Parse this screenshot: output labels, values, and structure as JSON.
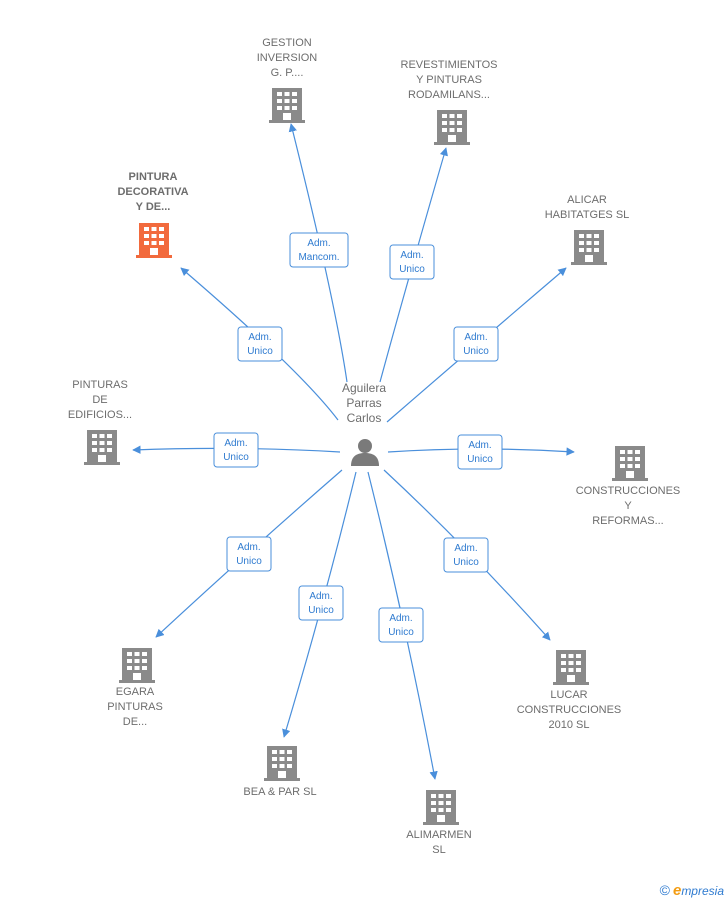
{
  "center": {
    "name_lines": [
      "Aguilera",
      "Parras",
      "Carlos"
    ],
    "icon": "person-icon"
  },
  "nodes": [
    {
      "id": "gestion",
      "label_lines": [
        "GESTION",
        "INVERSION",
        "G. P...."
      ],
      "role_lines": [
        "Adm.",
        "Mancom."
      ],
      "highlight": false,
      "icon": "building-icon"
    },
    {
      "id": "revestimientos",
      "label_lines": [
        "REVESTIMIENTOS",
        "Y PINTURAS",
        "RODAMILANS..."
      ],
      "role_lines": [
        "Adm.",
        "Unico"
      ],
      "highlight": false,
      "icon": "building-icon"
    },
    {
      "id": "pintura-decorativa",
      "label_lines": [
        "PINTURA",
        "DECORATIVA",
        "Y DE..."
      ],
      "role_lines": [
        "Adm.",
        "Unico"
      ],
      "highlight": true,
      "icon": "building-icon"
    },
    {
      "id": "alicar",
      "label_lines": [
        "ALICAR",
        "HABITATGES SL"
      ],
      "role_lines": [
        "Adm.",
        "Unico"
      ],
      "highlight": false,
      "icon": "building-icon"
    },
    {
      "id": "pinturas-edificios",
      "label_lines": [
        "PINTURAS",
        "DE",
        "EDIFICIOS..."
      ],
      "role_lines": [
        "Adm.",
        "Unico"
      ],
      "highlight": false,
      "icon": "building-icon"
    },
    {
      "id": "construcciones",
      "label_lines": [
        "CONSTRUCCIONES",
        "Y",
        "REFORMAS..."
      ],
      "role_lines": [
        "Adm.",
        "Unico"
      ],
      "highlight": false,
      "icon": "building-icon"
    },
    {
      "id": "egara",
      "label_lines": [
        "EGARA",
        "PINTURAS",
        "DE..."
      ],
      "role_lines": [
        "Adm.",
        "Unico"
      ],
      "highlight": false,
      "icon": "building-icon"
    },
    {
      "id": "lucar",
      "label_lines": [
        "LUCAR",
        "CONSTRUCCIONES",
        "2010 SL"
      ],
      "role_lines": [
        "Adm.",
        "Unico"
      ],
      "highlight": false,
      "icon": "building-icon"
    },
    {
      "id": "bea-par",
      "label_lines": [
        "BEA & PAR SL"
      ],
      "role_lines": [
        "Adm.",
        "Unico"
      ],
      "highlight": false,
      "icon": "building-icon"
    },
    {
      "id": "alimarmen",
      "label_lines": [
        "ALIMARMEN",
        "SL"
      ],
      "role_lines": [
        "Adm.",
        "Unico"
      ],
      "highlight": false,
      "icon": "building-icon"
    }
  ],
  "colors": {
    "edge": "#4a8fdb",
    "building": "#8a8a8a",
    "building_highlight": "#f26a3d",
    "label": "#6d6d6d",
    "person": "#7a7a7a"
  },
  "footer": {
    "copyright": "©",
    "brand_first": "e",
    "brand_rest": "mpresia"
  }
}
